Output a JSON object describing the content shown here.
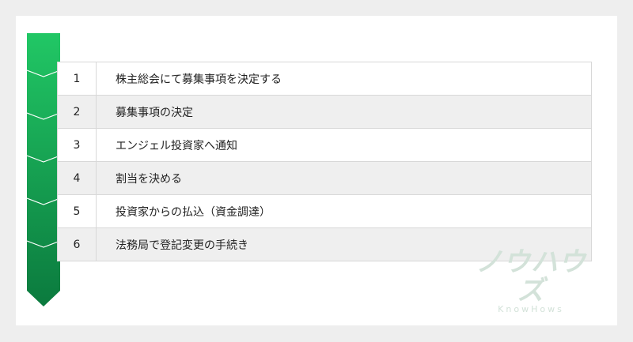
{
  "steps": [
    {
      "number": "1",
      "label": "株主総会にて募集事項を決定する"
    },
    {
      "number": "2",
      "label": "募集事項の決定"
    },
    {
      "number": "3",
      "label": "エンジェル投資家へ通知"
    },
    {
      "number": "4",
      "label": "割当を決める"
    },
    {
      "number": "5",
      "label": "投資家からの払込（資金調達）"
    },
    {
      "number": "6",
      "label": "法務局で登記変更の手続き"
    }
  ],
  "logo": {
    "main": "ノウハウズ",
    "sub": "KnowHows"
  },
  "colors": {
    "arrow_top": "#21c765",
    "arrow_bottom": "#0b7a3e",
    "watermark": "#d3e2d9"
  }
}
